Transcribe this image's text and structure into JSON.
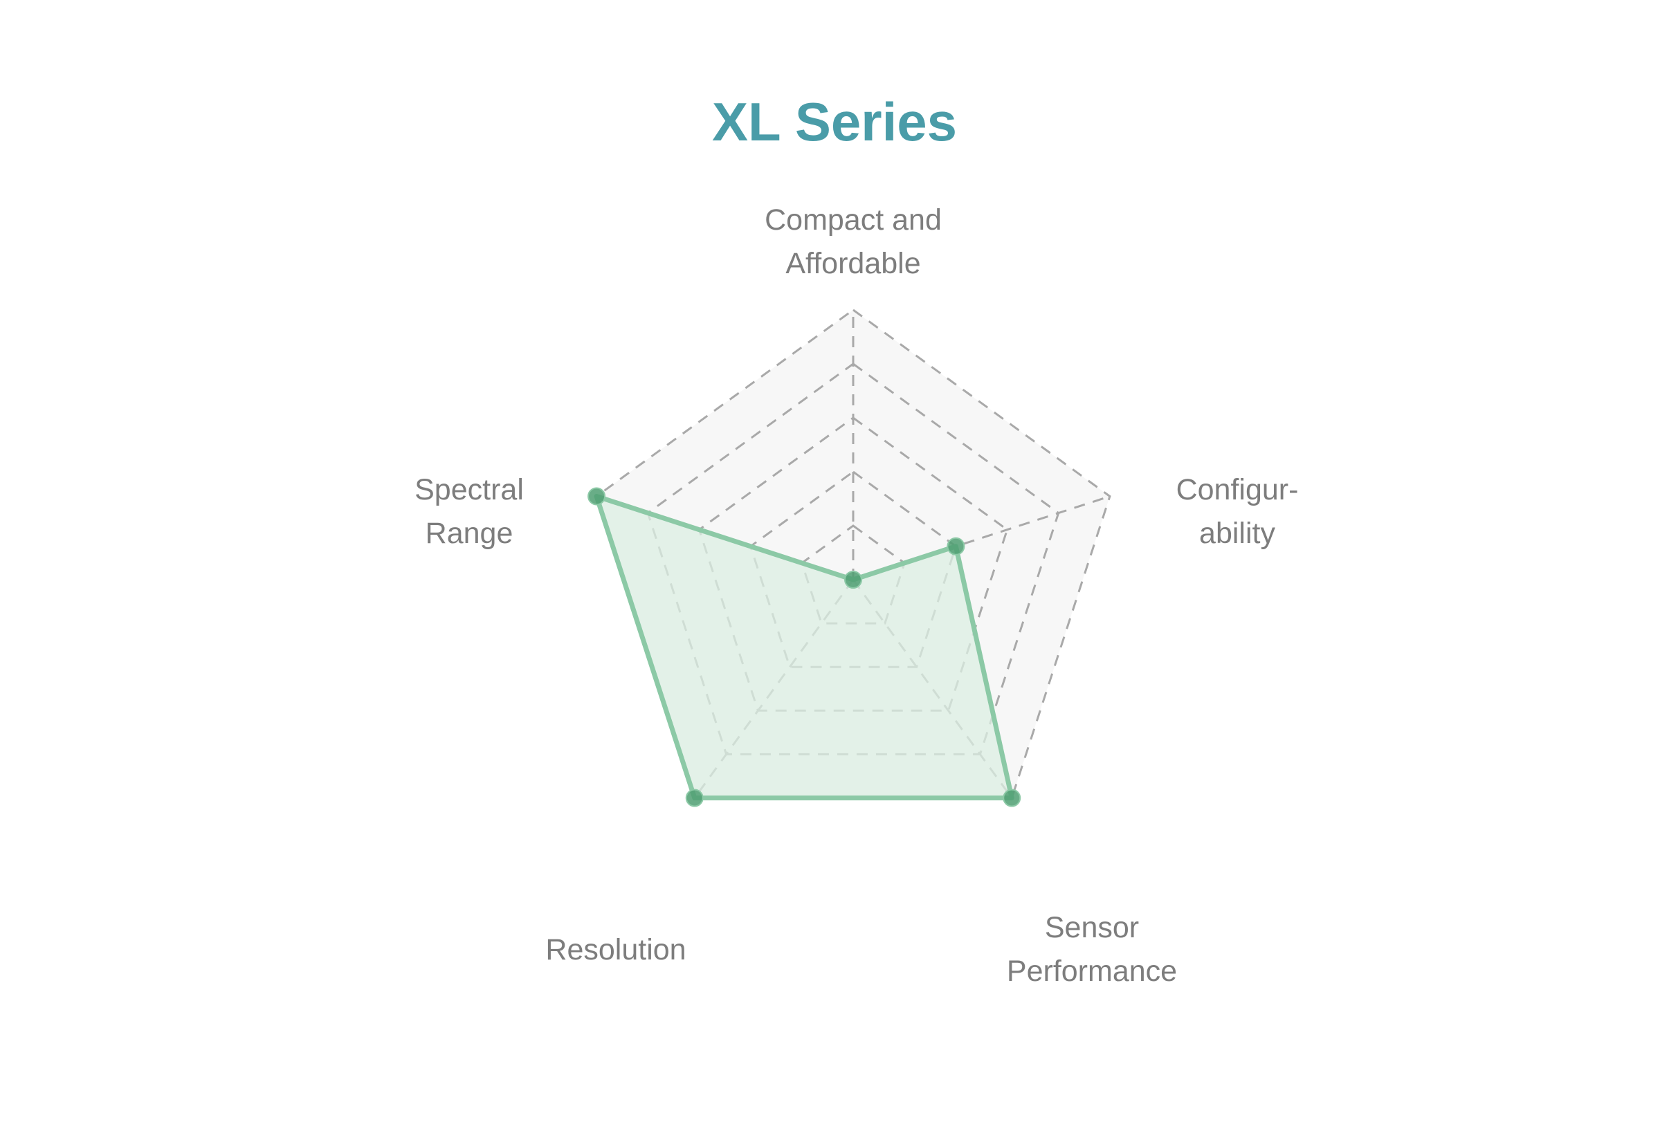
{
  "chart_data": {
    "type": "radar",
    "title": "XL Series",
    "axes": [
      [
        "Compact and",
        "Affordable"
      ],
      [
        "Configur-",
        "ability"
      ],
      [
        "Sensor",
        "Performance"
      ],
      [
        "Resolution"
      ],
      [
        "Spectral",
        "Range"
      ]
    ],
    "categories": [
      "Compact and Affordable",
      "Configurability",
      "Sensor Performance",
      "Resolution",
      "Spectral Range"
    ],
    "rlim": [
      0,
      5
    ],
    "levels": 5,
    "grid": true,
    "series": [
      {
        "values": [
          0,
          2,
          5,
          5,
          5
        ]
      }
    ]
  },
  "colors": {
    "title": "#4a9ca8",
    "series_line": "#8cc9a6",
    "series_fill": "#dcefe3",
    "series_point": "#4f9f72",
    "grid_line": "#a9a9a9",
    "grid_fill": "#f7f7f7",
    "label": "#7d7d7d"
  }
}
